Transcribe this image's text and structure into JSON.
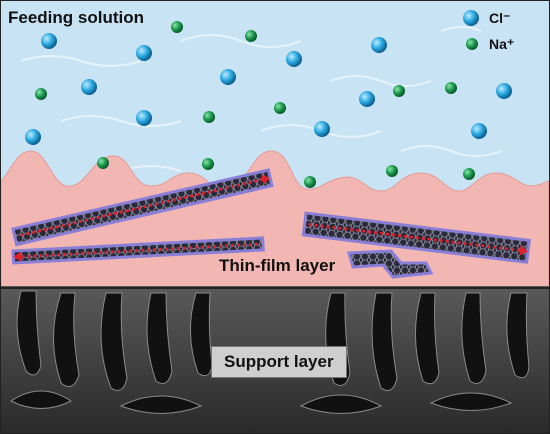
{
  "labels": {
    "feeding_solution": "Feeding solution",
    "thin_film_layer": "Thin-film layer",
    "support_layer": "Support layer"
  },
  "legend": [
    {
      "ion": "Cl⁻",
      "color": "#29a8e0"
    },
    {
      "ion": "Na⁺",
      "color": "#1a9a4e"
    }
  ],
  "colors": {
    "solution": "#c8e4f4",
    "thin_film": "#f2b6b3",
    "nanosheet": "#2a2a4a",
    "nanosheet_edge": "#8a7fd6",
    "flow_arrow": "#e0202a",
    "support": "#3a3a3a"
  }
}
